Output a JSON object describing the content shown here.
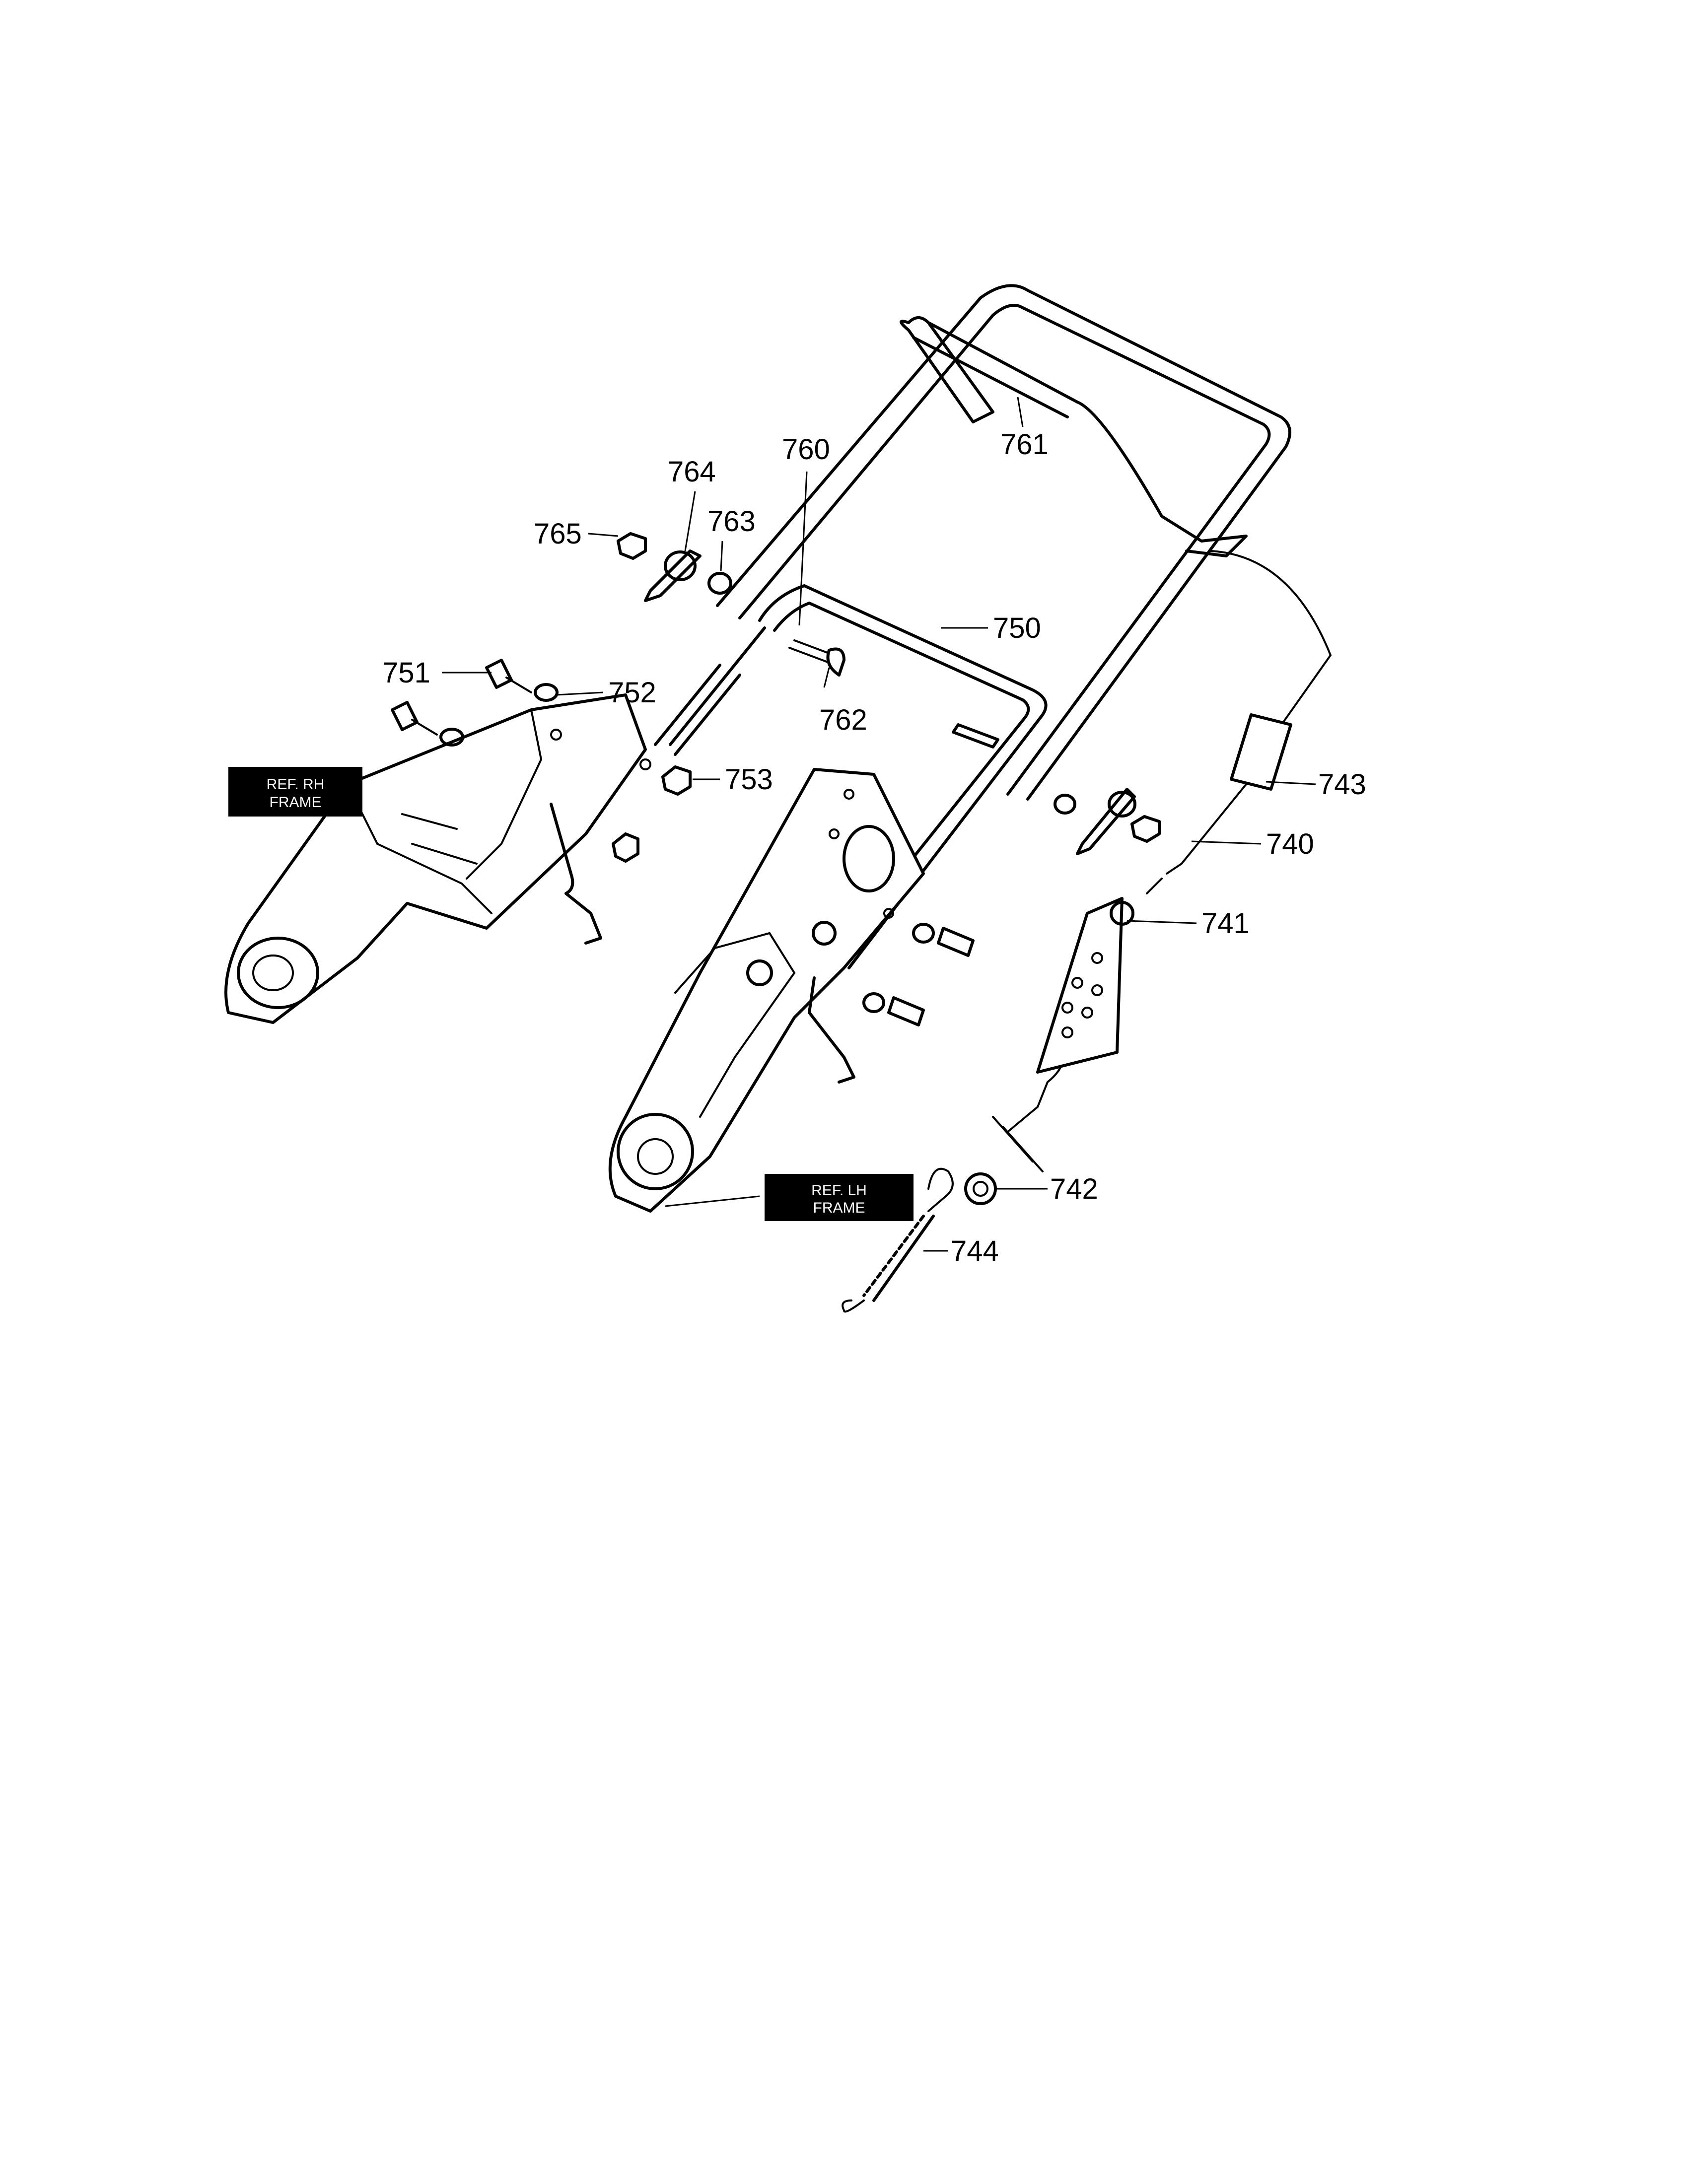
{
  "callouts": {
    "p740": "740",
    "p741": "741",
    "p742": "742",
    "p743": "743",
    "p744": "744",
    "p750": "750",
    "p751": "751",
    "p752": "752",
    "p753": "753",
    "p760": "760",
    "p761": "761",
    "p762": "762",
    "p763": "763",
    "p764": "764",
    "p765": "765"
  },
  "references": {
    "rh_line1": "REF. RH",
    "rh_line2": "FRAME",
    "lh_line1": "REF. LH",
    "lh_line2": "FRAME"
  }
}
